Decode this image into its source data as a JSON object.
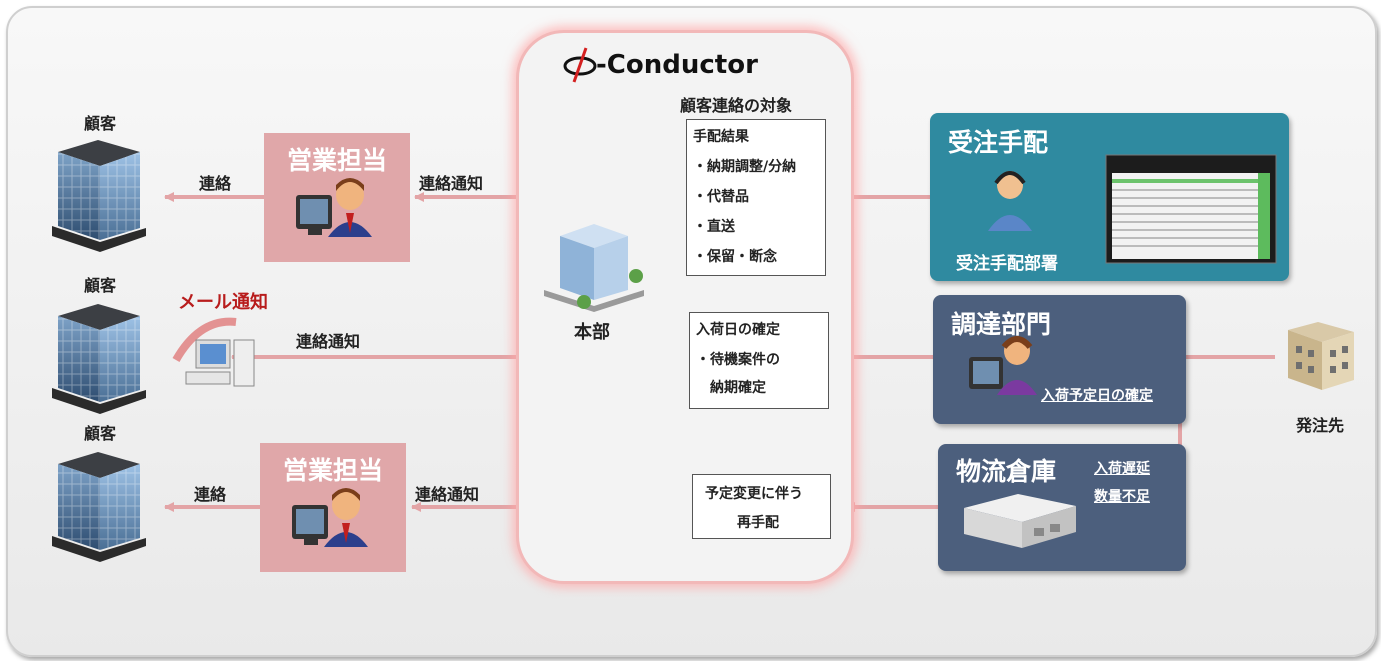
{
  "logo": {
    "text": "-Conductor"
  },
  "center": {
    "title": "顧客連絡の対象",
    "hq_label": "本部",
    "box1": {
      "heading": "手配結果",
      "items": [
        "・納期調整/分納",
        "・代替品",
        "・直送",
        "・保留・断念"
      ]
    },
    "box2": {
      "heading": "入荷日の確定",
      "line1": "・待機案件の",
      "line2": "納期確定"
    },
    "box3": {
      "line1": "予定変更に伴う",
      "line2": "再手配"
    }
  },
  "customers": {
    "c1": "顧客",
    "c2": "顧客",
    "c3": "顧客"
  },
  "sales": {
    "top": "営業担当",
    "bottom": "営業担当"
  },
  "email": {
    "label": "メール通知"
  },
  "arrows": {
    "contact_top": "連絡",
    "notify_top": "連絡通知",
    "notify_mid": "連絡通知",
    "contact_bottom": "連絡",
    "notify_bottom": "連絡通知"
  },
  "order_dept": {
    "title": "受注手配",
    "caption": "受注手配部署"
  },
  "procurement": {
    "title": "調達部門",
    "note": "入荷予定日の確定"
  },
  "warehouse": {
    "title": "物流倉庫",
    "note1": "入荷遅延",
    "note2": "数量不足"
  },
  "supplier": {
    "label": "発注先"
  },
  "colors": {
    "arrow": "#e3a4a6",
    "sales_bg": "#e0a7a9",
    "order_bg": "#2f8aa0",
    "dept_bg": "#4c5f7d",
    "accent_red": "#b81c1c"
  }
}
